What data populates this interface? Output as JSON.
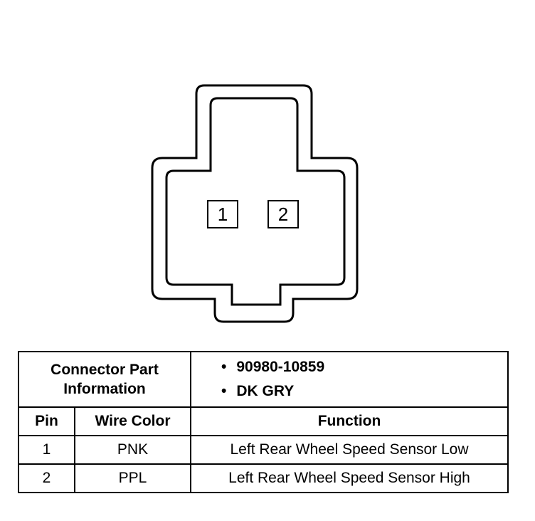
{
  "connector": {
    "pins": [
      "1",
      "2"
    ]
  },
  "table": {
    "part_info_label": "Connector Part Information",
    "part_info_values": [
      "90980-10859",
      "DK GRY"
    ],
    "headers": {
      "pin": "Pin",
      "wire_color": "Wire Color",
      "function": "Function"
    },
    "rows": [
      {
        "pin": "1",
        "wire_color": "PNK",
        "function": "Left Rear Wheel Speed Sensor Low"
      },
      {
        "pin": "2",
        "wire_color": "PPL",
        "function": "Left Rear Wheel Speed Sensor High"
      }
    ]
  }
}
